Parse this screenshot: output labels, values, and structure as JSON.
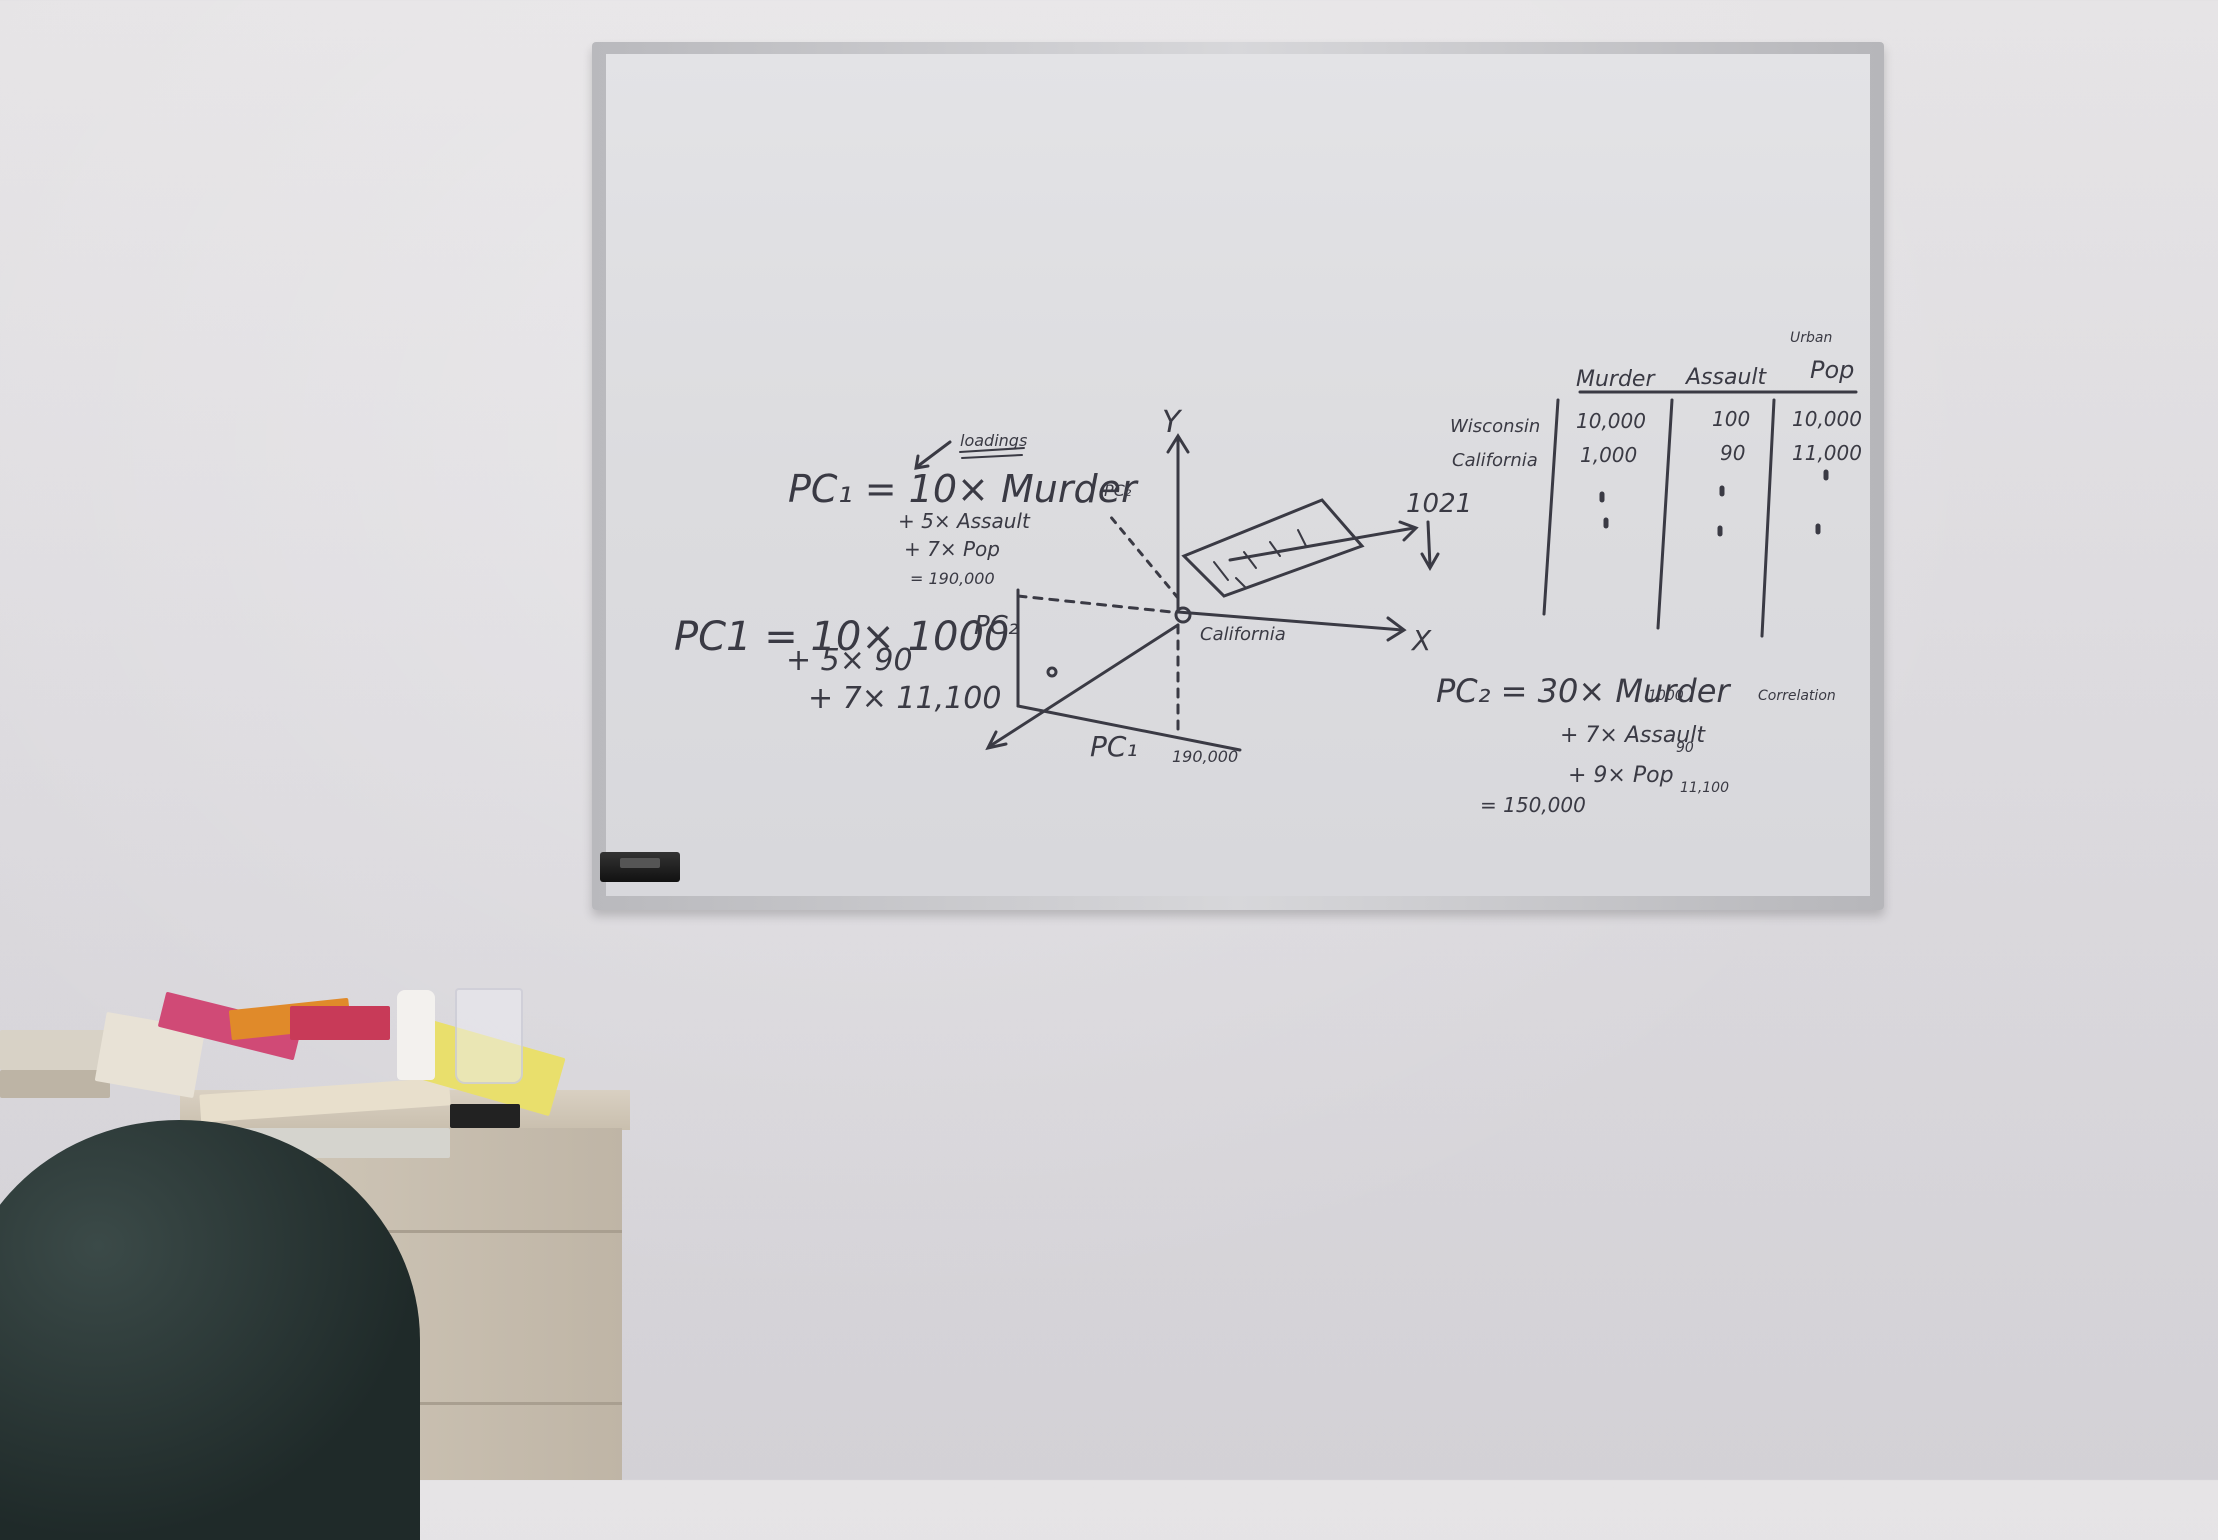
{
  "board": {
    "pc1_formula": [
      "PC₁ = 10× Murder",
      "+ 5× Assault",
      "+ 7× Pop",
      "= 190,000"
    ],
    "loadings_note": "loadings",
    "pc1_expanded": [
      "PC1 = 10× 1000",
      "+ 5× 90",
      "+ 7× 11,100"
    ],
    "axis_y": "Y",
    "axis_x": "X",
    "pc2_axis": "PC₂",
    "pc1_axis": "PC₁",
    "pc1_value": "190,000",
    "california_label": "California",
    "pc2_small": "PC₂",
    "point_1021": "1021",
    "table": {
      "top_note": "Urban",
      "headers": [
        "Murder",
        "Assault",
        "Pop"
      ],
      "rows": [
        {
          "state": "Wisconsin",
          "murder": "10,000",
          "assault": "100",
          "pop": "10,000"
        },
        {
          "state": "California",
          "murder": "1,000",
          "assault": "90",
          "pop": "11,000"
        }
      ]
    },
    "pc2_formula": [
      "PC₂ = 30× Murder",
      "+ 7× Assault",
      "+ 9× Pop",
      "= 150,000"
    ],
    "pc2_superscripts": [
      "1000",
      "90",
      "11,100"
    ],
    "side_note": "Correlation"
  }
}
